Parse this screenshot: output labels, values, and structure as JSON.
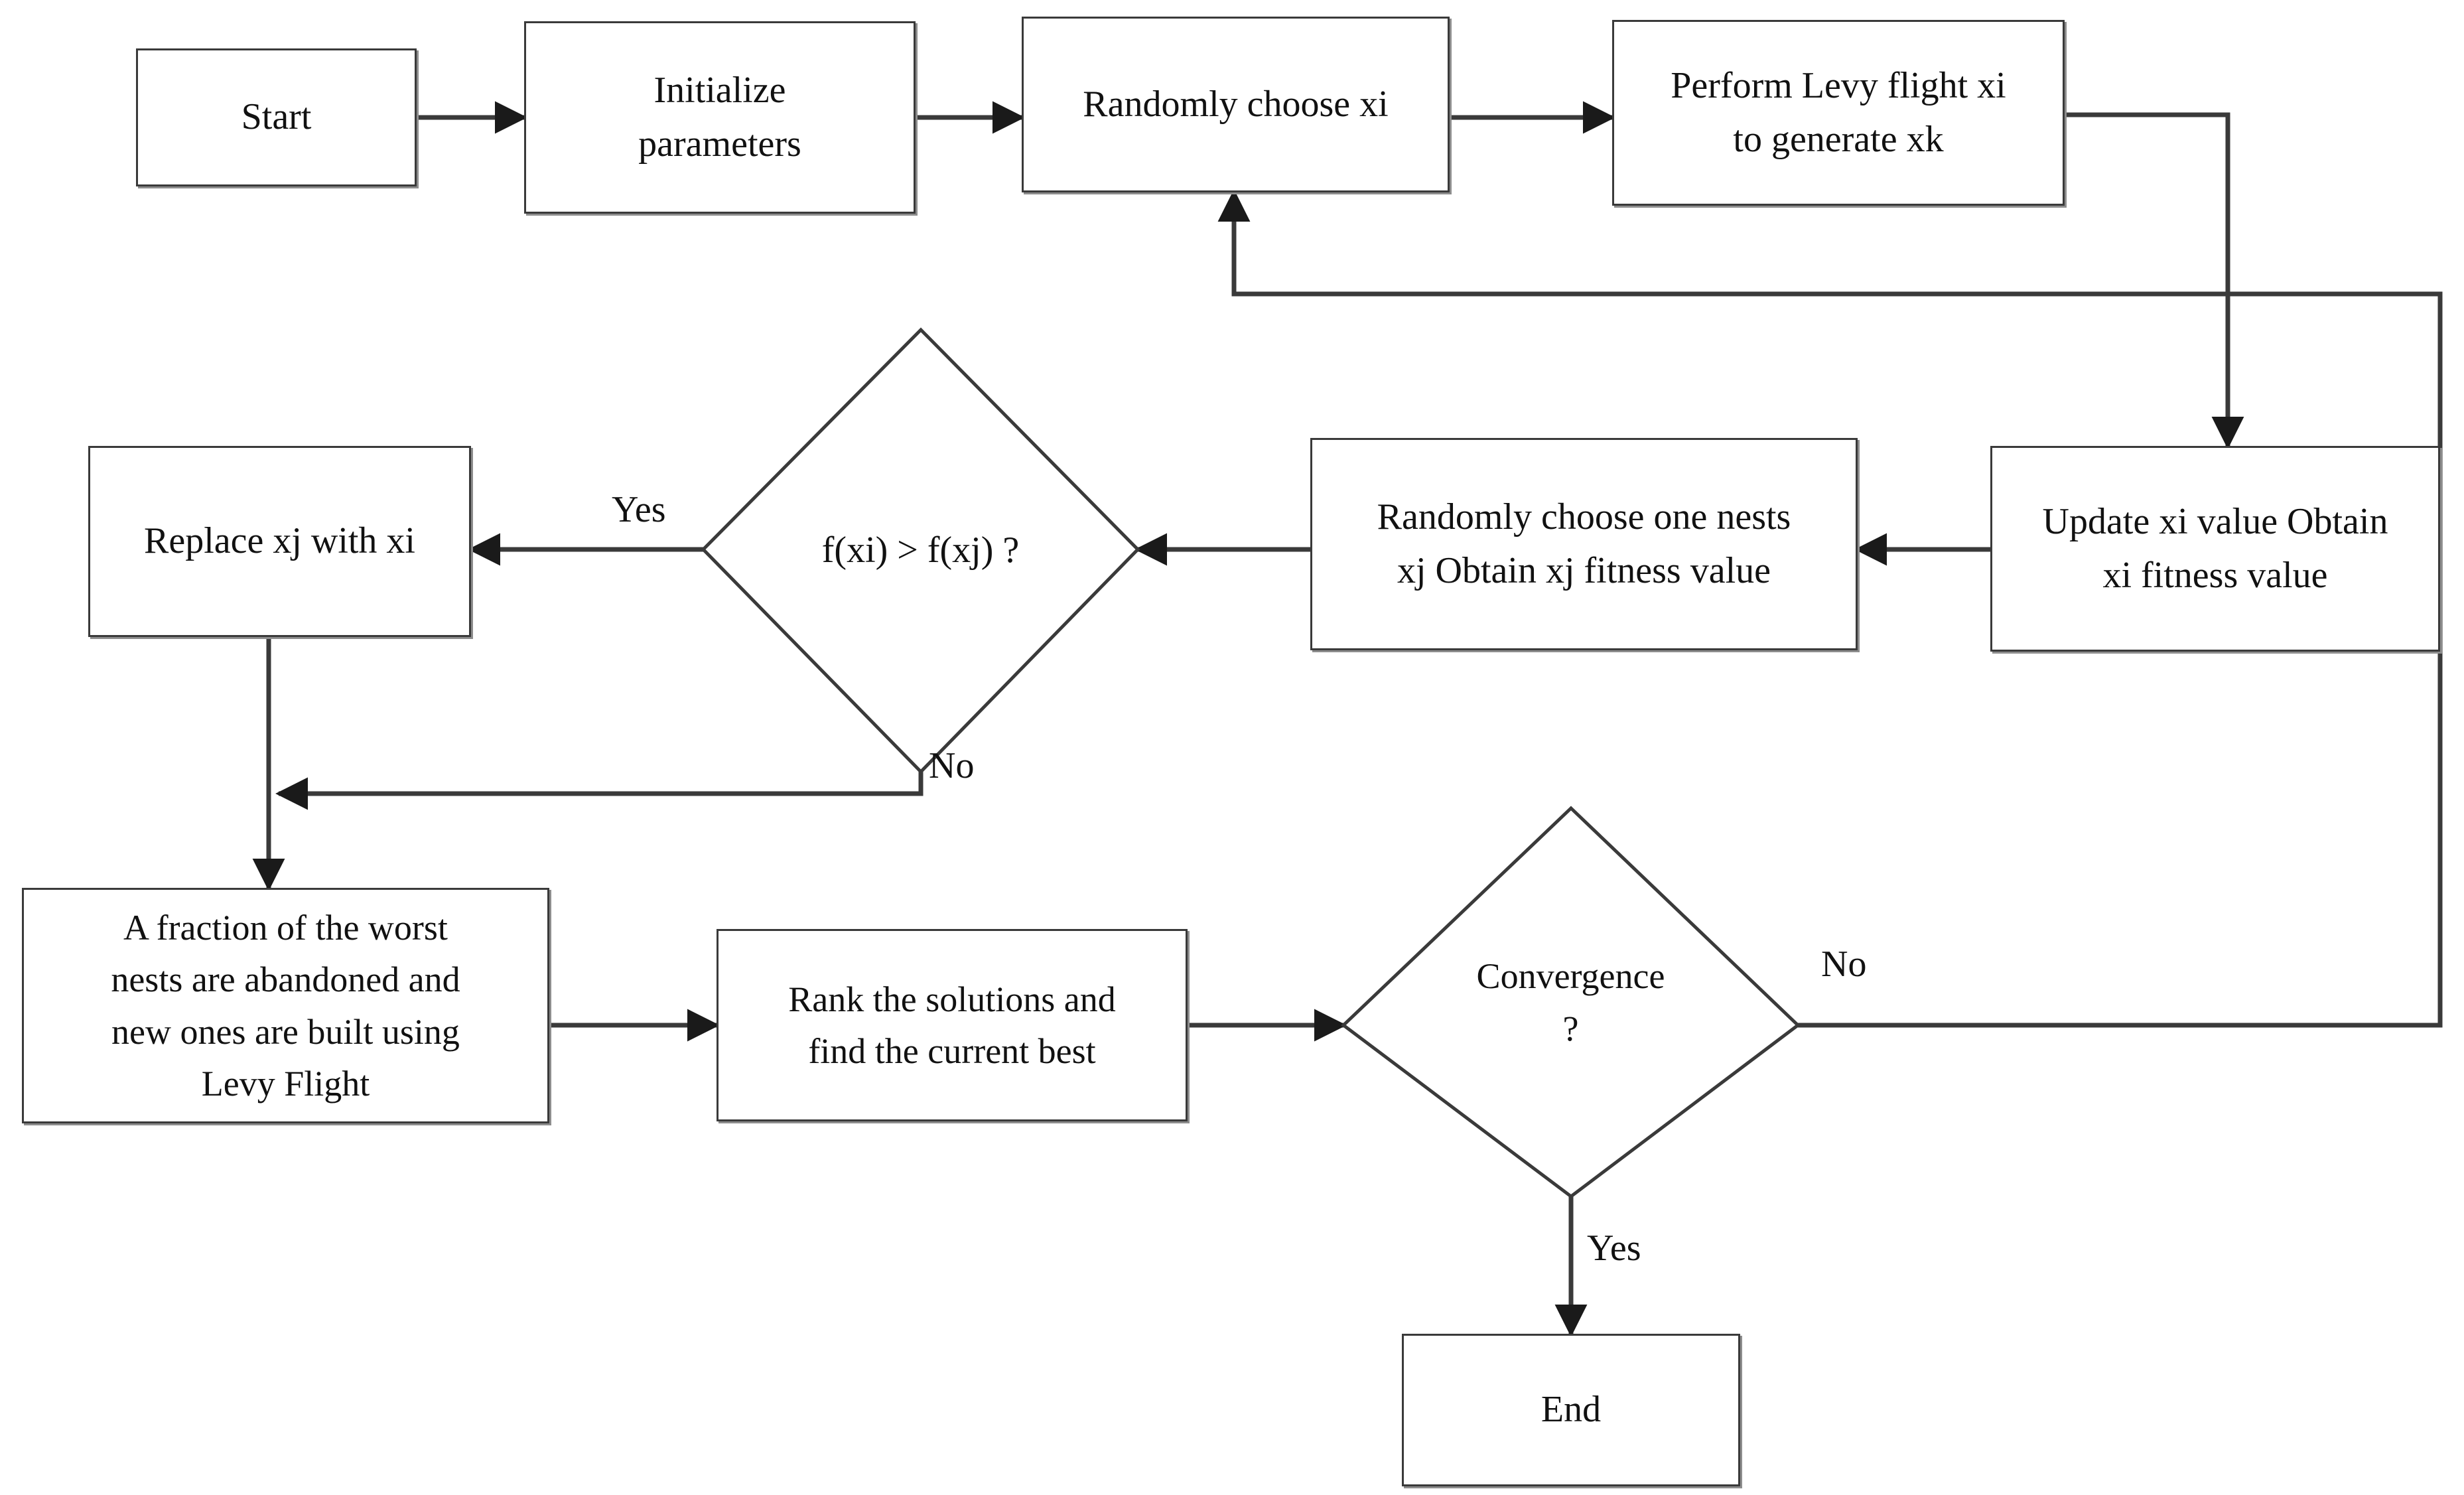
{
  "diagram": {
    "kind": "flowchart",
    "title": "Cuckoo Search Algorithm Flowchart",
    "colors": {
      "stroke": "#3a3a3a",
      "shadow": "#8d8d8d",
      "text": "#111111",
      "background": "#ffffff"
    }
  },
  "nodes": [
    {
      "id": "start",
      "shape": "rectangle",
      "label": "Start"
    },
    {
      "id": "init",
      "shape": "rectangle",
      "label": "Initialize\nparameters"
    },
    {
      "id": "choose_xi",
      "shape": "rectangle",
      "label": "Randomly choose xi"
    },
    {
      "id": "levy",
      "shape": "rectangle",
      "label": "Perform Levy flight xi\nto generate xk"
    },
    {
      "id": "update_xi",
      "shape": "rectangle",
      "label": "Update xi value Obtain\nxi fitness value"
    },
    {
      "id": "choose_nest",
      "shape": "rectangle",
      "label": "Randomly choose one nests\nxj Obtain xj fitness value"
    },
    {
      "id": "compare",
      "shape": "diamond",
      "label": "f(xi) > f(xj) ?"
    },
    {
      "id": "replace",
      "shape": "rectangle",
      "label": "Replace xj with xi"
    },
    {
      "id": "abandon",
      "shape": "rectangle",
      "label": "A fraction of the worst\nnests are abandoned and\nnew ones are built using\nLevy Flight"
    },
    {
      "id": "rank",
      "shape": "rectangle",
      "label": "Rank the solutions and\nfind the current best"
    },
    {
      "id": "convergence",
      "shape": "diamond",
      "label": "Convergence\n?"
    },
    {
      "id": "end",
      "shape": "rectangle",
      "label": "End"
    }
  ],
  "edge_labels": [
    {
      "id": "compare_yes",
      "label": "Yes"
    },
    {
      "id": "compare_no",
      "label": "No"
    },
    {
      "id": "convergence_no",
      "label": "No"
    },
    {
      "id": "convergence_yes",
      "label": "Yes"
    }
  ],
  "edges": [
    {
      "from": "start",
      "to": "init",
      "label": ""
    },
    {
      "from": "init",
      "to": "choose_xi",
      "label": ""
    },
    {
      "from": "choose_xi",
      "to": "levy",
      "label": ""
    },
    {
      "from": "levy",
      "to": "update_xi",
      "label": ""
    },
    {
      "from": "update_xi",
      "to": "choose_nest",
      "label": ""
    },
    {
      "from": "choose_nest",
      "to": "compare",
      "label": ""
    },
    {
      "from": "compare",
      "to": "replace",
      "label": "Yes"
    },
    {
      "from": "compare",
      "to": "abandon",
      "label": "No"
    },
    {
      "from": "replace",
      "to": "abandon",
      "label": ""
    },
    {
      "from": "abandon",
      "to": "rank",
      "label": ""
    },
    {
      "from": "rank",
      "to": "convergence",
      "label": ""
    },
    {
      "from": "convergence",
      "to": "end",
      "label": "Yes"
    },
    {
      "from": "convergence",
      "to": "choose_xi",
      "label": "No"
    }
  ]
}
